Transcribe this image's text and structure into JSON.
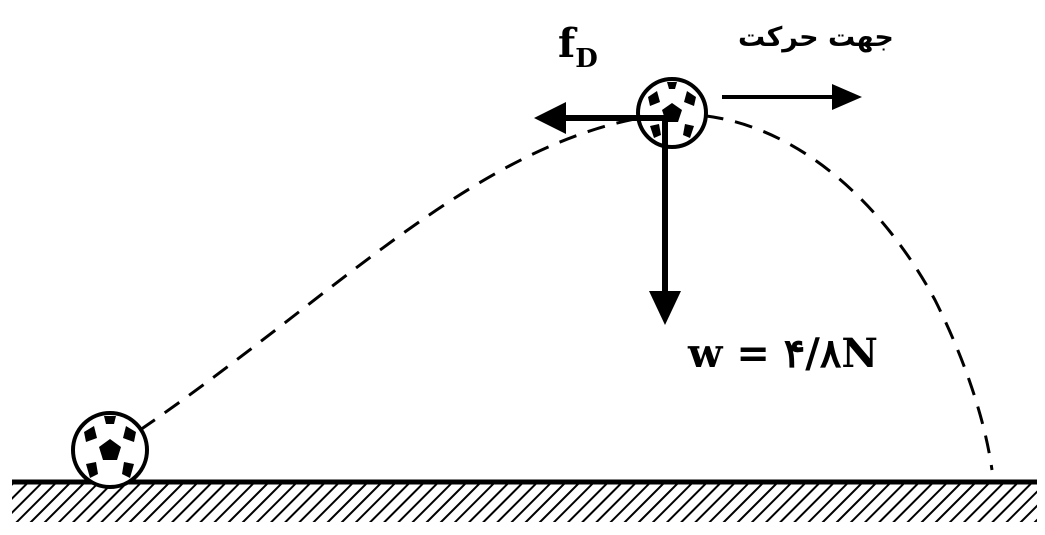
{
  "labels": {
    "drag_force_main": "f",
    "drag_force_sub": "D",
    "motion_direction": "جهت حرکت",
    "weight": "w = ۴/۸N"
  },
  "colors": {
    "ink": "#000000",
    "background": "#ffffff"
  },
  "icons": {
    "ball": "soccer-ball-icon"
  }
}
